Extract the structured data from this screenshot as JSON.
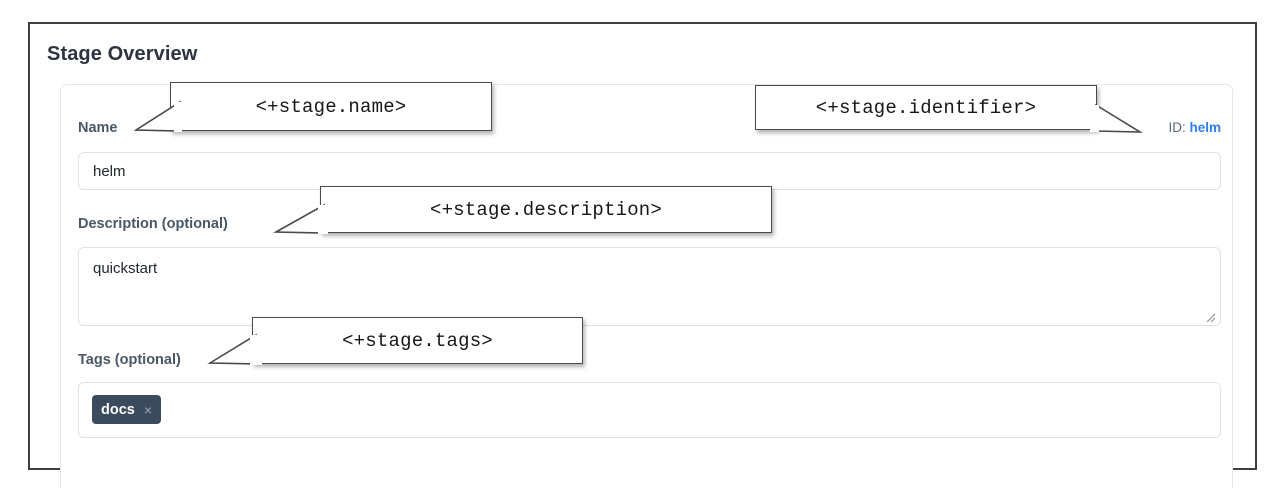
{
  "frame": {
    "border_color": "#3f3f3f"
  },
  "section": {
    "title": "Stage Overview"
  },
  "identifier": {
    "prefix": "ID:",
    "value": "helm",
    "value_color": "#2f7ef0"
  },
  "fields": {
    "name": {
      "label": "Name",
      "value": "helm",
      "placeholder": ""
    },
    "description": {
      "label": "Description (optional)",
      "value": "quickstart",
      "placeholder": ""
    },
    "tags": {
      "label": "Tags (optional)",
      "chips": [
        {
          "text": "docs",
          "remove_icon": "×"
        }
      ],
      "placeholder": ""
    }
  },
  "callouts": [
    {
      "id": "name",
      "text": "<+stage.name>"
    },
    {
      "id": "identifier",
      "text": "<+stage.identifier>"
    },
    {
      "id": "description",
      "text": "<+stage.description>"
    },
    {
      "id": "tags",
      "text": "<+stage.tags>"
    }
  ],
  "colors": {
    "label": "#4a5768",
    "chip_bg": "#3b4a5c",
    "input_border": "#dfe3e8",
    "callout_border": "#4a4a4a"
  }
}
